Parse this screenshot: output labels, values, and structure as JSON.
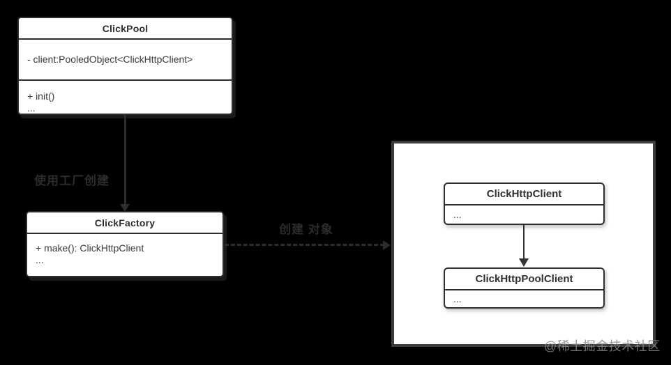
{
  "diagram": {
    "background": "#000000",
    "classes": {
      "click_pool": {
        "title": "ClickPool",
        "attributes": [
          "- client:PooledObject<ClickHttpClient>"
        ],
        "methods": [
          "+ init()",
          "..."
        ]
      },
      "click_factory": {
        "title": "ClickFactory",
        "methods": [
          "+ make(): ClickHttpClient",
          "..."
        ]
      },
      "click_http_client": {
        "title": "ClickHttpClient",
        "body": "..."
      },
      "click_http_pool_client": {
        "title": "ClickHttpPoolClient",
        "body": "..."
      }
    },
    "edges": {
      "pool_to_factory_label": "使用工厂创建",
      "factory_to_frame_label": "创建 对象"
    },
    "watermark": "@稀土掘金技术社区",
    "colors": {
      "box_border": "#2e2e2e",
      "frame_border": "#3c3c3c",
      "text": "#3a3a3a",
      "dim_label": "#2c2c2c",
      "watermark": "#868686"
    }
  }
}
